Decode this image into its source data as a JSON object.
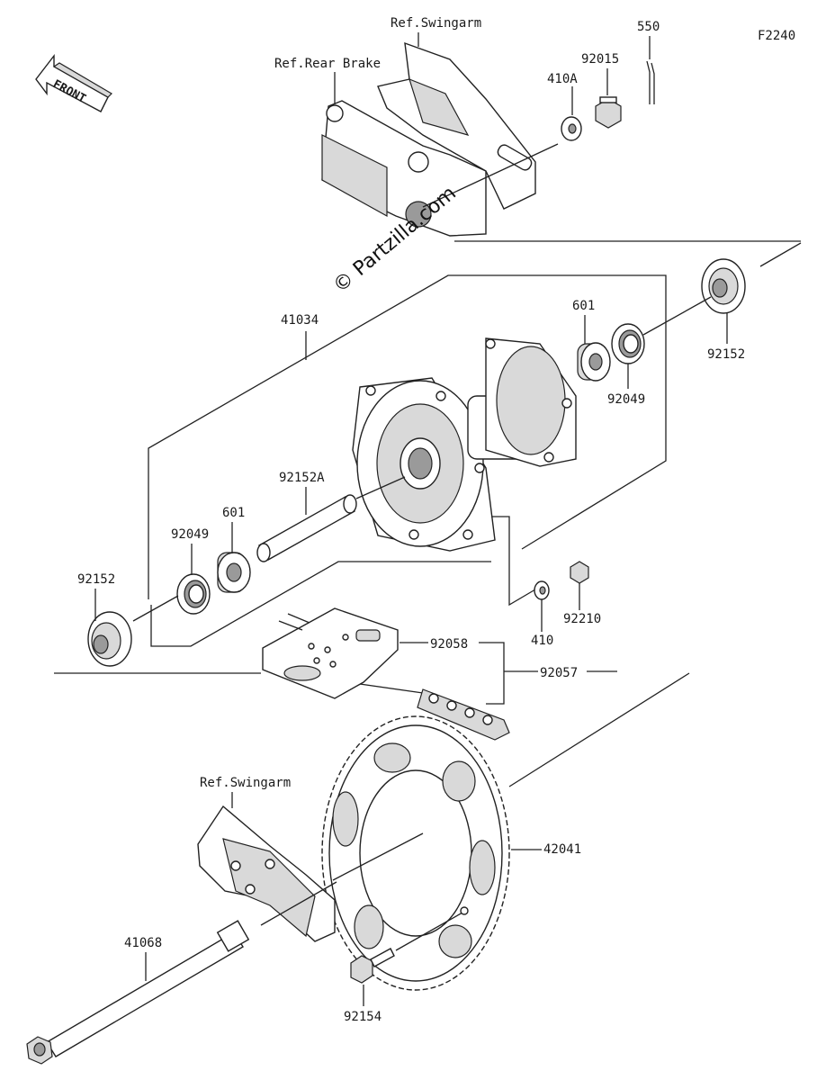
{
  "figure_code": "F2240",
  "front_label": "FRONT",
  "watermark": "© Partzilla.com",
  "refs": {
    "swingarm_top": "Ref.Swingarm",
    "rear_brake": "Ref.Rear Brake",
    "swingarm_bottom": "Ref.Swingarm"
  },
  "parts": {
    "p550": "550",
    "p92015": "92015",
    "p410A": "410A",
    "p41034": "41034",
    "p601_right": "601",
    "p92049_right": "92049",
    "p92152_right": "92152",
    "p92152A": "92152A",
    "p601_left": "601",
    "p92049_left": "92049",
    "p92152_left": "92152",
    "p410": "410",
    "p92210": "92210",
    "p92058": "92058",
    "p92057": "92057",
    "p42041": "42041",
    "p41068": "41068",
    "p92154": "92154"
  }
}
